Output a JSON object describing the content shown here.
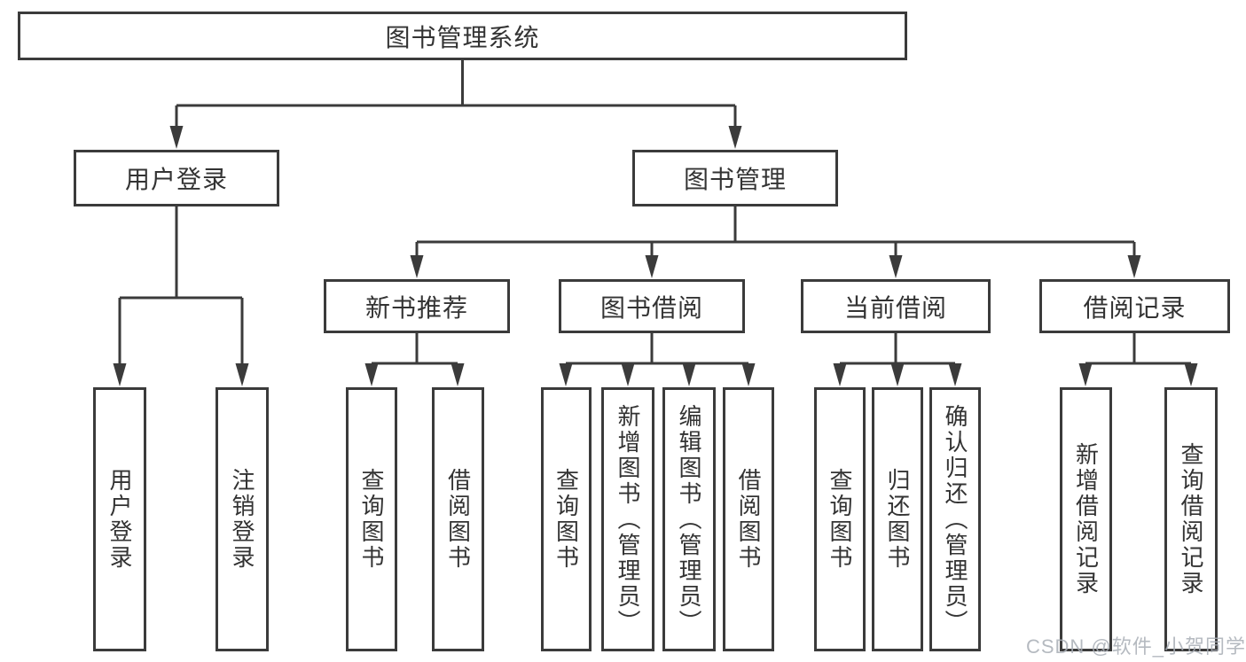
{
  "tree": {
    "label": "图书管理系统",
    "children": [
      {
        "label": "用户登录",
        "children": [
          {
            "label": "用户登录"
          },
          {
            "label": "注销登录"
          }
        ]
      },
      {
        "label": "图书管理",
        "children": [
          {
            "label": "新书推荐",
            "children": [
              {
                "label": "查询图书"
              },
              {
                "label": "借阅图书"
              }
            ]
          },
          {
            "label": "图书借阅",
            "children": [
              {
                "label": "查询图书"
              },
              {
                "label": "新增图书（管理员）"
              },
              {
                "label": "编辑图书（管理员）"
              },
              {
                "label": "借阅图书"
              }
            ]
          },
          {
            "label": "当前借阅",
            "children": [
              {
                "label": "查询图书"
              },
              {
                "label": "归还图书"
              },
              {
                "label": "确认归还（管理员）"
              }
            ]
          },
          {
            "label": "借阅记录",
            "children": [
              {
                "label": "新增借阅记录"
              },
              {
                "label": "查询借阅记录"
              }
            ]
          }
        ]
      }
    ]
  },
  "watermark": {
    "text": "CSDN @软件_小贺同学"
  },
  "colors": {
    "line": "#3b3b3b",
    "text": "#333333",
    "background": "#ffffff",
    "watermark": "#a9aeb6"
  }
}
